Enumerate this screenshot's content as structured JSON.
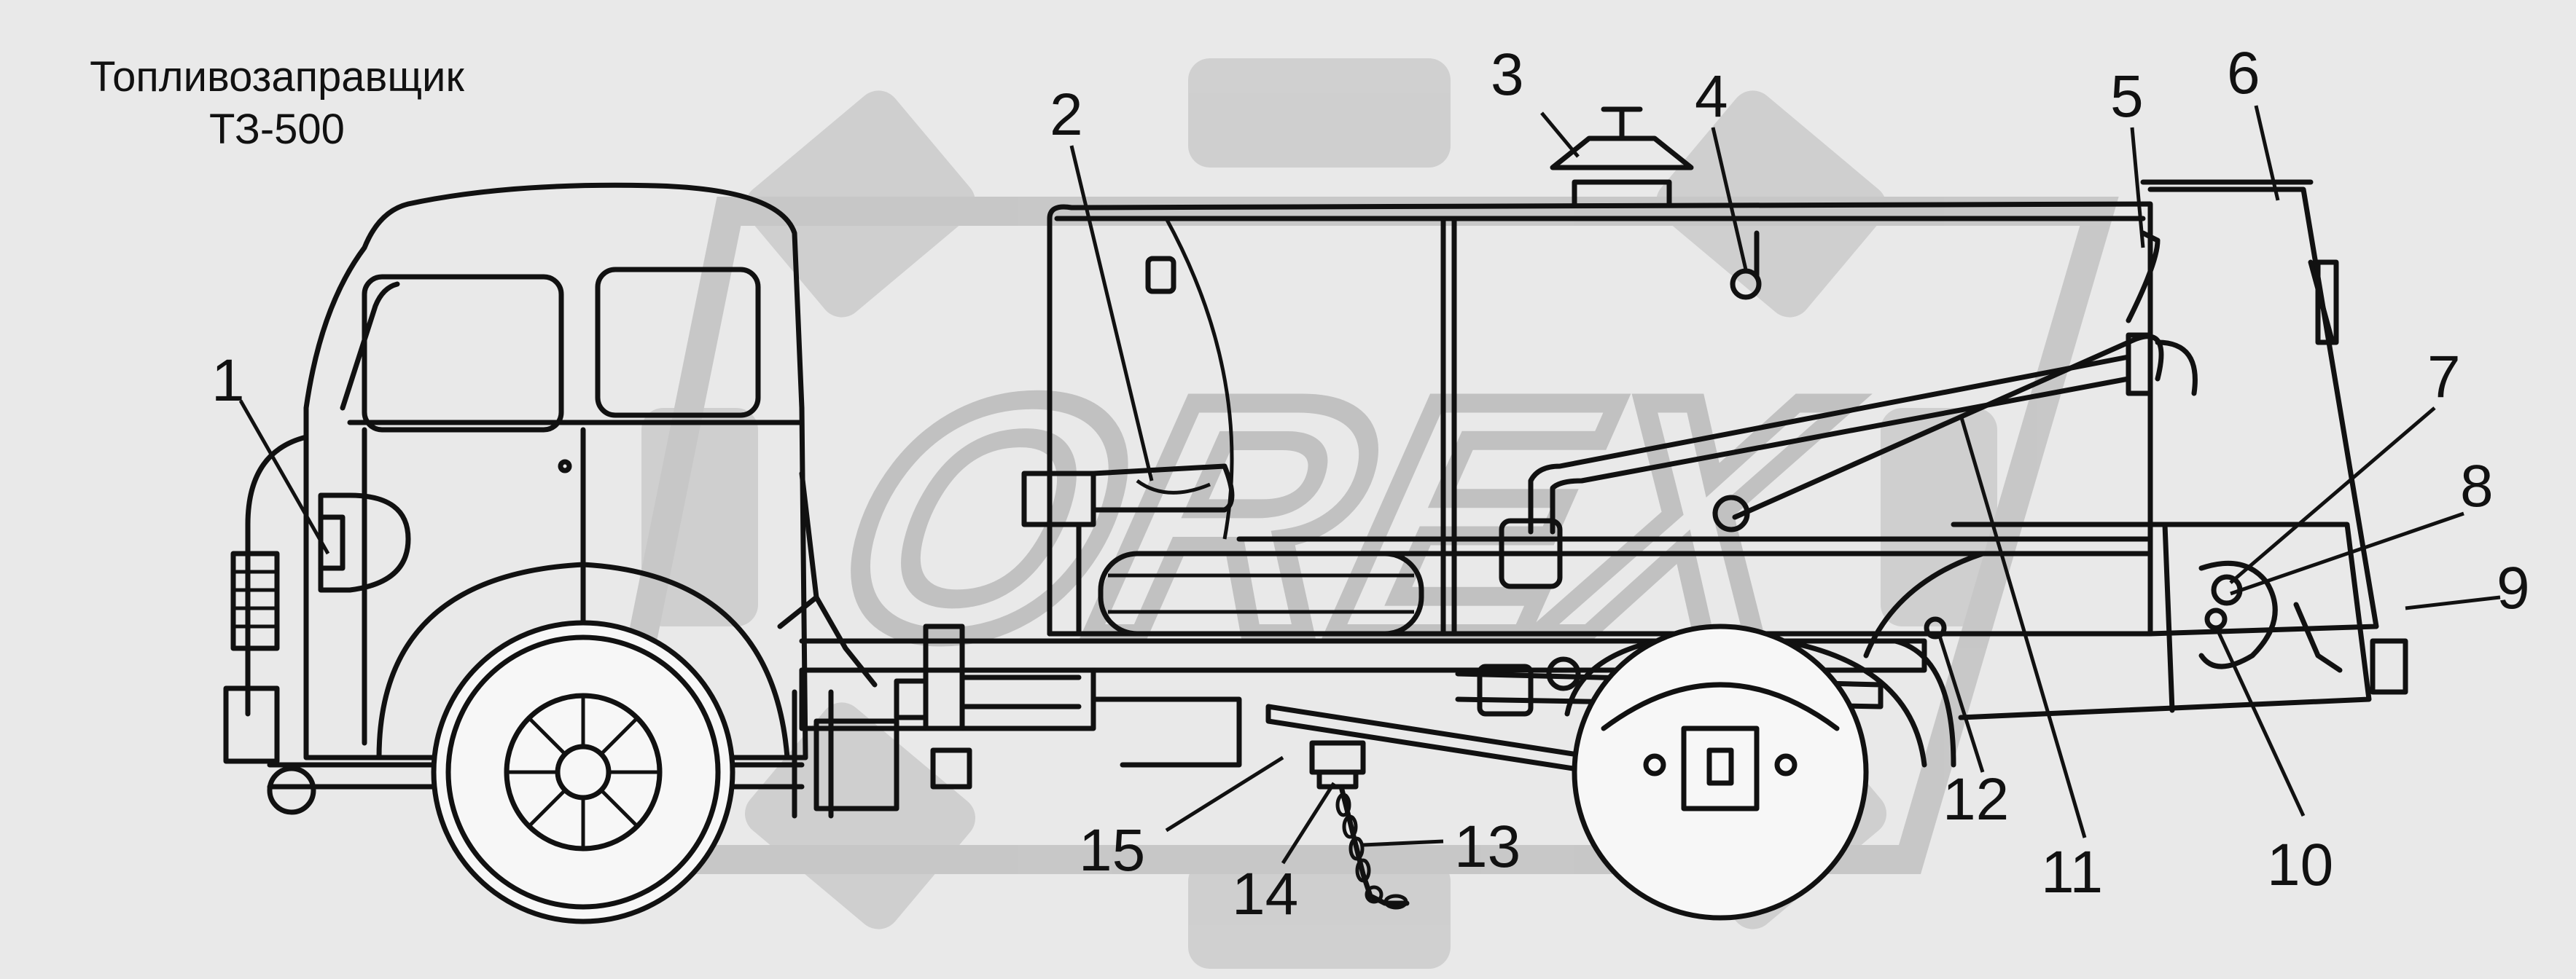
{
  "title": {
    "line1": "Топливозаправщик",
    "line2": "ТЗ-500"
  },
  "watermark": {
    "text": "OREX",
    "color": "#c9c9c9"
  },
  "callouts": [
    {
      "label": "1"
    },
    {
      "label": "2"
    },
    {
      "label": "3"
    },
    {
      "label": "4"
    },
    {
      "label": "5"
    },
    {
      "label": "6"
    },
    {
      "label": "7"
    },
    {
      "label": "8"
    },
    {
      "label": "9"
    },
    {
      "label": "10"
    },
    {
      "label": "11"
    },
    {
      "label": "12"
    },
    {
      "label": "13"
    },
    {
      "label": "14"
    },
    {
      "label": "15"
    }
  ],
  "colors": {
    "background": "#e9e9e9",
    "line": "#111111"
  }
}
